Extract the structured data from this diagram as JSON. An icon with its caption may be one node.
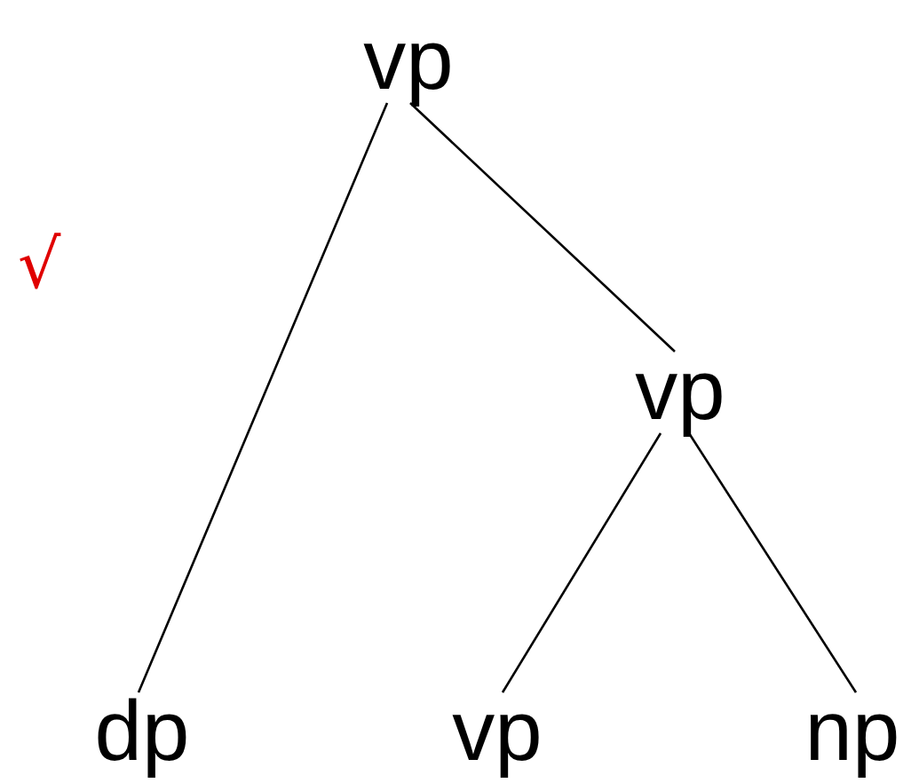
{
  "diagram": {
    "nodes": [
      {
        "text": [
          "vp"
        ]
      },
      {
        "text": [
          "vp"
        ]
      },
      {
        "text": [
          "dp"
        ]
      },
      {
        "text": [
          "vp"
        ]
      },
      {
        "text": [
          "np"
        ]
      }
    ],
    "edges": [
      {
        "from": 0,
        "to": 2,
        "arrow": "none"
      },
      {
        "from": 0,
        "to": 1,
        "arrow": "none"
      },
      {
        "from": 1,
        "to": 3,
        "arrow": "none"
      },
      {
        "from": 1,
        "to": 4,
        "arrow": "none"
      }
    ],
    "labels": [
      "√"
    ]
  }
}
